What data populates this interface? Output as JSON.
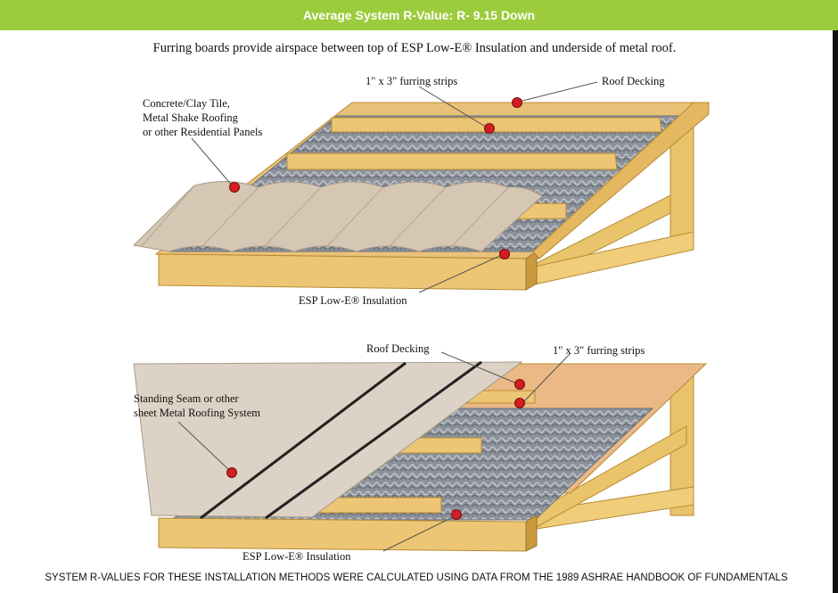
{
  "header": {
    "title": "Average System R-Value: R- 9.15 Down"
  },
  "intro": "Furring boards provide airspace between top of ESP Low-E® Insulation and underside of metal roof.",
  "diagram_top": {
    "labels": {
      "furring": "1\" x 3\"  furring strips",
      "decking": "Roof Decking",
      "tile_line1": "Concrete/Clay Tile,",
      "tile_line2": "Metal Shake Roofing",
      "tile_line3": "or other Residential Panels",
      "insulation": "ESP Low-E® Insulation"
    }
  },
  "diagram_bottom": {
    "labels": {
      "decking": "Roof Decking",
      "furring": "1\" x 3\"  furring strips",
      "seam_line1": "Standing Seam or other",
      "seam_line2": "sheet Metal Roofing System",
      "insulation": "ESP Low-E® Insulation"
    }
  },
  "footer": "SYSTEM R-VALUES FOR THESE INSTALLATION METHODS WERE CALCULATED USING DATA FROM THE 1989 ASHRAE HANDBOOK OF FUNDAMENTALS",
  "colors": {
    "header_bg": "#9ccb3b",
    "wood": "#e9c46a",
    "wood_dark": "#c99a3c",
    "foil": "#8e939c",
    "tile": "#d6c7b4",
    "metal": "#d9cfc2",
    "decking": "#e9b98a",
    "marker": "#d21d22"
  }
}
